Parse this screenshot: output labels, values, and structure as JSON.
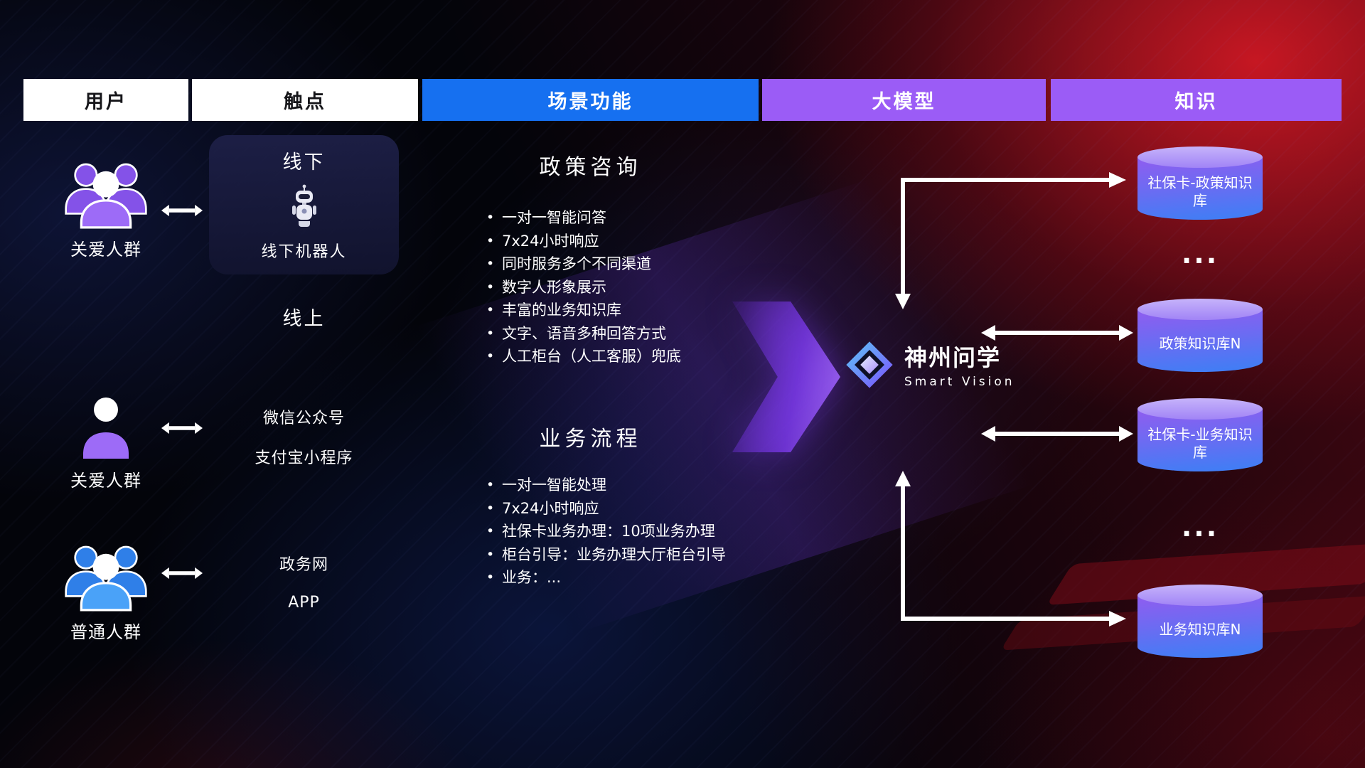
{
  "colors": {
    "header_blue": "#1670f0",
    "header_purple": "#9b5cf6",
    "flow_arrow_purple": "#7c3aed",
    "user_purple": "#9d6bf7",
    "user_blue": "#4aa2f8",
    "db_top": "#b7a0f8",
    "db_body_top": "#8a5ff0",
    "db_body_bottom": "#3f7ef5",
    "background_red": "#c8141e",
    "background_navy": "#10173a"
  },
  "columns": {
    "headers": [
      {
        "label": "用户",
        "variant": "white"
      },
      {
        "label": "触点",
        "variant": "white"
      },
      {
        "label": "场景功能",
        "variant": "blue"
      },
      {
        "label": "大模型",
        "variant": "purple"
      },
      {
        "label": "知识",
        "variant": "purple"
      }
    ]
  },
  "users": [
    {
      "label": "关爱人群",
      "icon": "group-users-icon",
      "color": "purple"
    },
    {
      "label": "关爱人群",
      "icon": "single-user-icon",
      "color": "purple"
    },
    {
      "label": "普通人群",
      "icon": "group-users-icon",
      "color": "blue"
    }
  ],
  "touchpoints": {
    "offline": {
      "title": "线下",
      "robot_label": "线下机器人"
    },
    "online_title": "线上",
    "channels": [
      "微信公众号",
      "支付宝小程序",
      "政务网",
      "APP"
    ]
  },
  "scenarios": [
    {
      "title": "政策咨询",
      "items": [
        "一对一智能问答",
        "7x24小时响应",
        "同时服务多个不同渠道",
        "数字人形象展示",
        "丰富的业务知识库",
        "文字、语音多种回答方式",
        "人工柜台（人工客服）兜底"
      ]
    },
    {
      "title": "业务流程",
      "items": [
        "一对一智能处理",
        "7x24小时响应",
        "社保卡业务办理：10项业务办理",
        "柜台引导：业务办理大厅柜台引导",
        "业务：..."
      ]
    }
  ],
  "model": {
    "name": "神州问学",
    "subtitle": "Smart Vision"
  },
  "knowledge": {
    "items": [
      {
        "type": "db",
        "label": "社保卡-政策知识库"
      },
      {
        "type": "dots",
        "label": "..."
      },
      {
        "type": "db",
        "label": "政策知识库N"
      },
      {
        "type": "db",
        "label": "社保卡-业务知识库"
      },
      {
        "type": "dots",
        "label": "..."
      },
      {
        "type": "db",
        "label": "业务知识库N"
      }
    ]
  }
}
